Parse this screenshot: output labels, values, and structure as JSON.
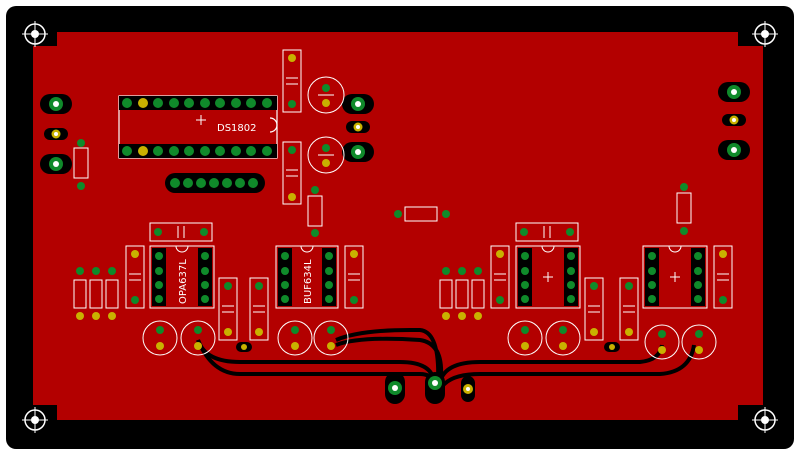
{
  "pcb": {
    "colors": {
      "frame": "#000000",
      "copper": "#b30000",
      "copper_light": "#c81e1e",
      "silkscreen": "#ffffff",
      "pad_ring": "#0f8a2a",
      "pad_ring_gold": "#c9b100",
      "pad_hole": "#ffffff",
      "trace": "#000000"
    },
    "labels": {
      "ic_main": "DS1802",
      "ic_left": "OPA637L",
      "ic_mid": "BUF634L"
    },
    "mounting_holes": 4,
    "icons": [
      "mounting-hole-icon",
      "pad-icon",
      "capacitor-icon",
      "resistor-icon"
    ]
  }
}
